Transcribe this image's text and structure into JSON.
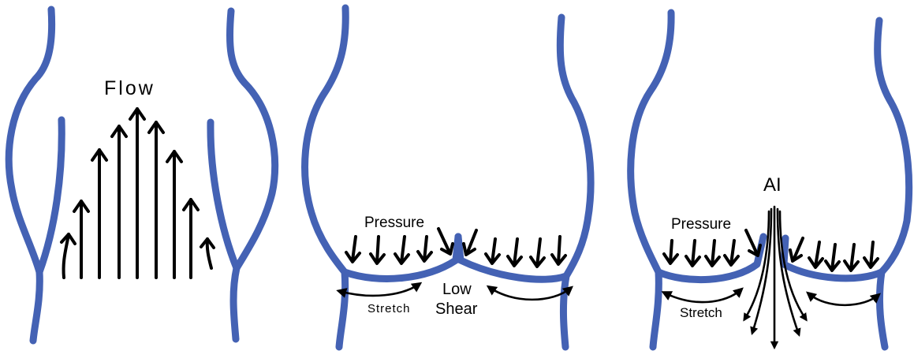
{
  "panels": [
    {
      "id": "systole",
      "labels": {
        "flow": "Flow"
      }
    },
    {
      "id": "diastole",
      "labels": {
        "pressure": "Pressure",
        "stretch": "Stretch",
        "shear_line1": "Low",
        "shear_line2": "Shear"
      }
    },
    {
      "id": "regurgitation",
      "labels": {
        "ai": "AI",
        "pressure": "Pressure",
        "stretch": "Stretch"
      }
    }
  ],
  "colors": {
    "vessel": "#4462b4",
    "arrows": "#000000",
    "background": "#ffffff"
  }
}
